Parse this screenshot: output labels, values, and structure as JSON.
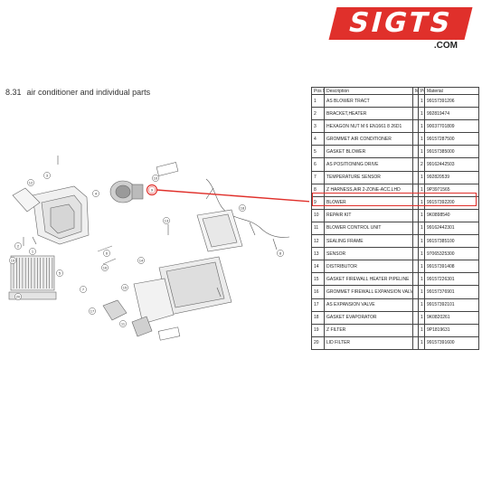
{
  "brand": {
    "logo_text": "SIGTS",
    "domain_suffix": ".COM",
    "accent": "#e0302b"
  },
  "section": {
    "number": "8.31",
    "title": "air conditioner and individual parts"
  },
  "table": {
    "headers": {
      "pos": "Pos No",
      "description": "Description",
      "m": "M",
      "pc": "Pc",
      "material": "Material"
    },
    "rows": [
      {
        "pos": "1",
        "description": "AS BLOWER TRACT",
        "pc": "1",
        "material": "99157391206"
      },
      {
        "pos": "2",
        "description": "BRACKET,HEATER",
        "pc": "1",
        "material": "992819474"
      },
      {
        "pos": "3",
        "description": "HEXAGON NUT M 6 EN1661 8 26D1",
        "pc": "1",
        "material": "90037701809"
      },
      {
        "pos": "4",
        "description": "GROMMET AIR CONDITIONER",
        "pc": "1",
        "material": "99157287500"
      },
      {
        "pos": "5",
        "description": "GASKET BLOWER",
        "pc": "1",
        "material": "99157385000"
      },
      {
        "pos": "6",
        "description": "AS POSITIONING DRIVE",
        "pc": "2",
        "material": "99162442503"
      },
      {
        "pos": "7",
        "description": "TEMPERATURE SENSOR",
        "pc": "1",
        "material": "992820539"
      },
      {
        "pos": "8",
        "description": "Z HARNESS,AIR 2-ZONE-ACC,LHD",
        "pc": "1",
        "material": "9P3971565"
      },
      {
        "pos": "9",
        "description": "BLOWER",
        "pc": "1",
        "material": "99157392200"
      },
      {
        "pos": "10",
        "description": "REPAIR KIT",
        "pc": "1",
        "material": "9K0898540"
      },
      {
        "pos": "11",
        "description": "BLOWER CONTROL UNIT",
        "pc": "1",
        "material": "99162442301"
      },
      {
        "pos": "12",
        "description": "SEALING FRAME",
        "pc": "1",
        "material": "99157385100"
      },
      {
        "pos": "13",
        "description": "SENSOR",
        "pc": "1",
        "material": "97065325300"
      },
      {
        "pos": "14",
        "description": "DISTRIBUTOR",
        "pc": "1",
        "material": "99157391408"
      },
      {
        "pos": "15",
        "description": "GASKET FIREWALL HEATER PIPELINE",
        "pc": "1",
        "material": "99157226301"
      },
      {
        "pos": "16",
        "description": "GROMMET FIREWALL EXPANSION VALVE",
        "pc": "1",
        "material": "99157376901"
      },
      {
        "pos": "17",
        "description": "AS EXPANSION VALVE",
        "pc": "1",
        "material": "99157392101"
      },
      {
        "pos": "18",
        "description": "GASKET EVAPORATOR",
        "pc": "1",
        "material": "9K0820261"
      },
      {
        "pos": "19",
        "description": "Z FILTER",
        "pc": "1",
        "material": "9P1819631"
      },
      {
        "pos": "20",
        "description": "LID FILTER",
        "pc": "1",
        "material": "99157391600"
      }
    ],
    "highlighted_pos": "9"
  },
  "diagram": {
    "callouts": [
      "20",
      "19",
      "18",
      "17",
      "16",
      "15",
      "14",
      "13",
      "12",
      "11",
      "10",
      "9",
      "8",
      "7",
      "6",
      "5",
      "4",
      "3",
      "2",
      "1"
    ],
    "highlighted_callout": "9"
  }
}
